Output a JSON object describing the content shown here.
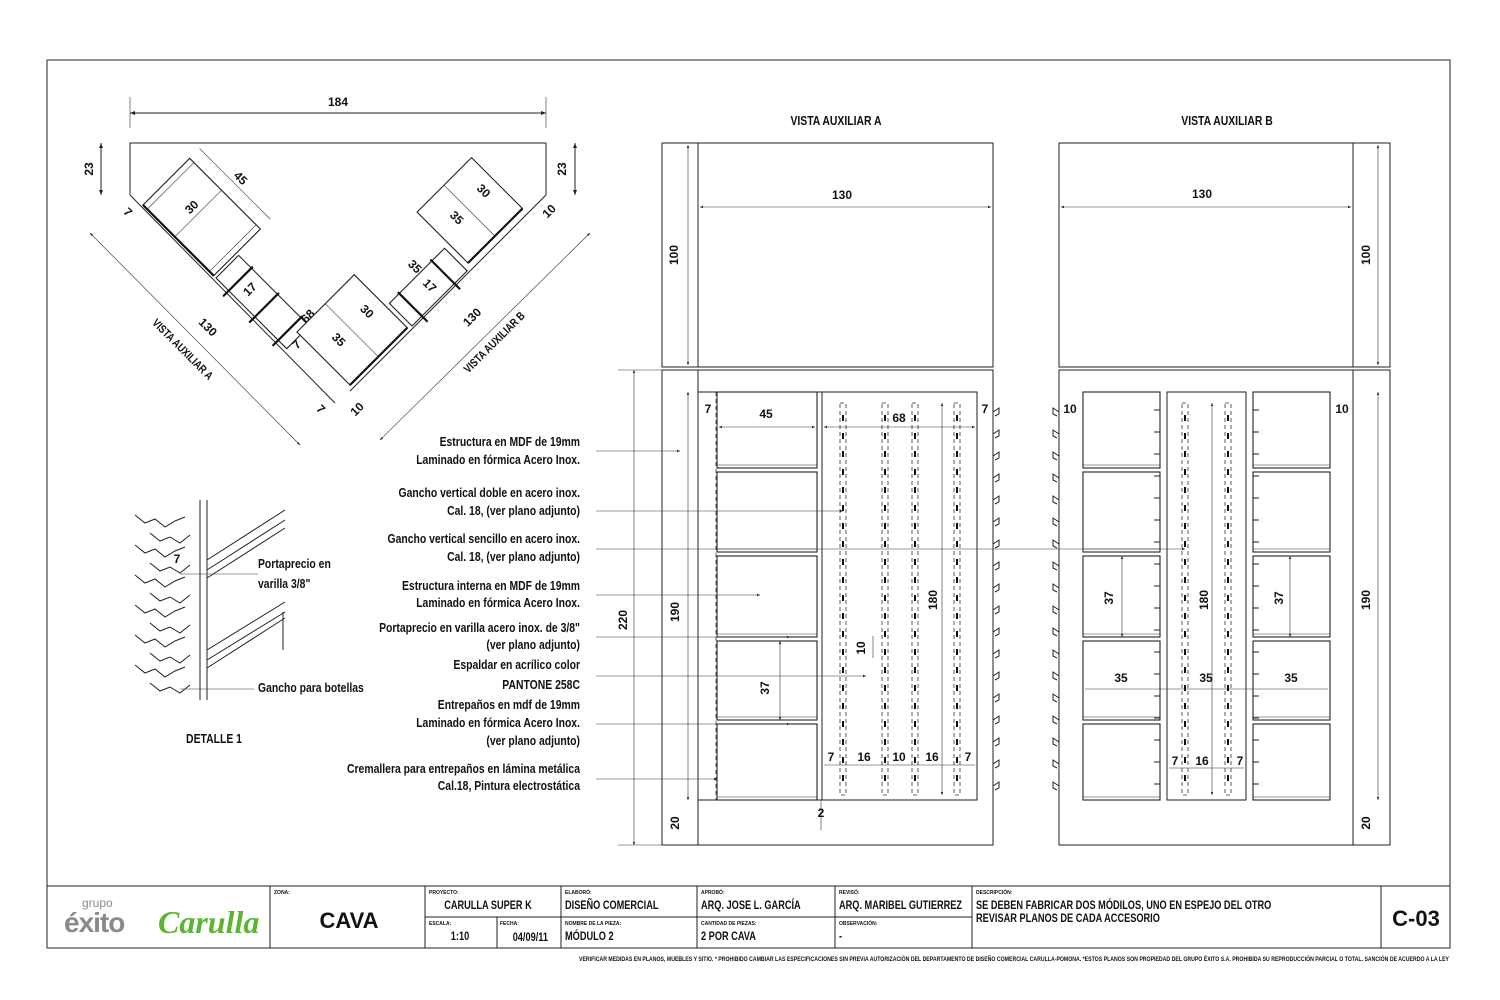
{
  "plan_view": {
    "dims": {
      "width": "184",
      "left_depth": "23",
      "right_depth": "23",
      "box_a_len": "45",
      "box_a_depth": "30",
      "rack_a": "17",
      "center_len": "68",
      "center_box_len": "35",
      "center_box_depth": "30",
      "center_gap": "7",
      "gap_a_top": "7",
      "gap_a_bottom": "7",
      "arm_a": "130",
      "arm_b": "130",
      "rack_b": "17",
      "rack_b_len": "35",
      "box_b_len": "35",
      "box_b_depth": "30",
      "gap_b_top": "10",
      "gap_b_bottom": "10"
    },
    "label_a": "VISTA AUXILIAR A",
    "label_b": "VISTA AUXILIAR B"
  },
  "view_a": {
    "title": "VISTA AUXILIAR A",
    "dims": {
      "top_width": "130",
      "top_height": "100",
      "gap_left": "7",
      "box_width": "45",
      "rack_width": "68",
      "gap_right": "7",
      "rack_height": "180",
      "hook_gap": "10",
      "shelf_spacing": "37",
      "inner_height": "190",
      "total_height": "220",
      "b1": "7",
      "b2": "16",
      "b3": "10",
      "b4": "16",
      "b5": "7",
      "bottom_gap": "2",
      "base": "20"
    }
  },
  "view_b": {
    "title": "VISTA AUXILIAR B",
    "dims": {
      "top_width": "130",
      "top_height": "100",
      "gap_left": "10",
      "gap_right": "10",
      "shelf_left": "37",
      "rack_height": "180",
      "shelf_right": "37",
      "w1": "35",
      "w2": "35",
      "w3": "35",
      "b1": "7",
      "b2": "16",
      "b3": "7",
      "inner_height": "190",
      "base": "20"
    }
  },
  "annotations": [
    {
      "lines": [
        "Estructura en MDF de 19mm",
        "Laminado en fórmica Acero Inox."
      ]
    },
    {
      "lines": [
        "Gancho vertical doble en acero inox.",
        "Cal. 18, (ver plano adjunto)"
      ]
    },
    {
      "lines": [
        "Gancho vertical sencillo en acero inox.",
        "Cal. 18, (ver plano adjunto)"
      ]
    },
    {
      "lines": [
        "Estructura interna en MDF de 19mm",
        "Laminado en fórmica Acero Inox."
      ]
    },
    {
      "lines": [
        "Portaprecio en varilla acero inox. de 3/8\"",
        "(ver plano adjunto)"
      ]
    },
    {
      "lines": [
        "Espaldar en acrílico color",
        "PANTONE 258C"
      ]
    },
    {
      "lines": [
        "Entrepaños en mdf de 19mm",
        "Laminado en fórmica Acero Inox.",
        "(ver plano adjunto)"
      ]
    },
    {
      "lines": [
        "Cremallera para entrepaños en lámina metálica",
        "Cal.18, Pintura electrostática"
      ]
    }
  ],
  "detail": {
    "title": "DETALLE 1",
    "dim": "7",
    "label_portaprecio": [
      "Portaprecio en",
      "varilla 3/8\""
    ],
    "label_gancho": "Gancho para botellas"
  },
  "title_block": {
    "logo": {
      "grupo": "grupo",
      "exito": "éxito",
      "carulla": "Carulla",
      "exito_color": "#8a8a8a",
      "carulla_color": "#5cb531"
    },
    "zona": {
      "label": "ZONA:",
      "value": "CAVA"
    },
    "proyecto": {
      "label": "PROYECTO:",
      "value": "CARULLA SUPER K"
    },
    "escala": {
      "label": "ESCALA:",
      "value": "1:10"
    },
    "fecha": {
      "label": "FECHA:",
      "value": "04/09/11"
    },
    "elaboro": {
      "label": "ELABORÓ:",
      "value": "DISEÑO COMERCIAL"
    },
    "nombre_pieza": {
      "label": "NOMBRE DE LA PIEZA:",
      "value": "MÓDULO 2"
    },
    "aprobo": {
      "label": "APROBÓ:",
      "value": "ARQ. JOSE L. GARCÍA"
    },
    "cantidad": {
      "label": "CANTIDAD DE PIEZAS:",
      "value": "2 POR CAVA"
    },
    "reviso": {
      "label": "REVISÓ:",
      "value": "ARQ. MARIBEL GUTIERREZ"
    },
    "observacion": {
      "label": "OBSERVACIÓN:",
      "value": "-"
    },
    "descripcion": {
      "label": "DESCRIPCIÓN:",
      "lines": [
        "SE DEBEN FABRICAR DOS MÓDILOS, UNO EN ESPEJO DEL OTRO",
        "REVISAR PLANOS DE CADA ACCESORIO"
      ]
    },
    "plano": "C-03"
  },
  "footer": "VERIFICAR MEDIDAS EN PLANOS, MUEBLES Y SITIO. * PROHIBIDO CAMBIAR LAS ESPECIFICACIONES SIN PREVIA AUTORIZACIÓN DEL DEPARTAMENTO DE DISEÑO COMERCIAL CARULLA-POMONA. *ESTOS PLANOS SON PROPIEDAD DEL GRUPO ÉXITO S.A. PROHIBIDA SU REPRODUCCIÓN PARCIAL O TOTAL. SANCIÓN DE ACUERDO A LA LEY"
}
